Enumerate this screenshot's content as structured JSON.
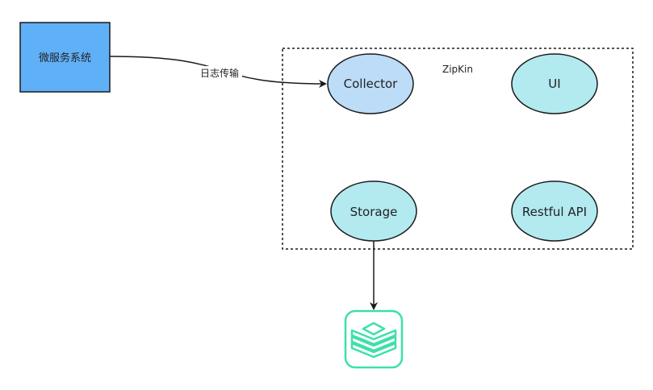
{
  "nodes": {
    "microservice": {
      "label": "微服务系统",
      "fill": "#60b0f8",
      "stroke": "#1a1a1a"
    },
    "collector": {
      "label": "Collector",
      "fill": "#bcdcf8",
      "stroke": "#1a1a1a"
    },
    "ui": {
      "label": "UI",
      "fill": "#b2eaf0",
      "stroke": "#1a1a1a"
    },
    "storage": {
      "label": "Storage",
      "fill": "#b2eaf0",
      "stroke": "#1a1a1a"
    },
    "restful_api": {
      "label": "Restful API",
      "fill": "#b2eaf0",
      "stroke": "#1a1a1a"
    }
  },
  "group": {
    "label": "ZipKin"
  },
  "edges": {
    "log_transfer": {
      "label": "日志传输"
    }
  },
  "database_icon": {
    "icon": "database-stack-icon",
    "color": "#3de0a8"
  }
}
